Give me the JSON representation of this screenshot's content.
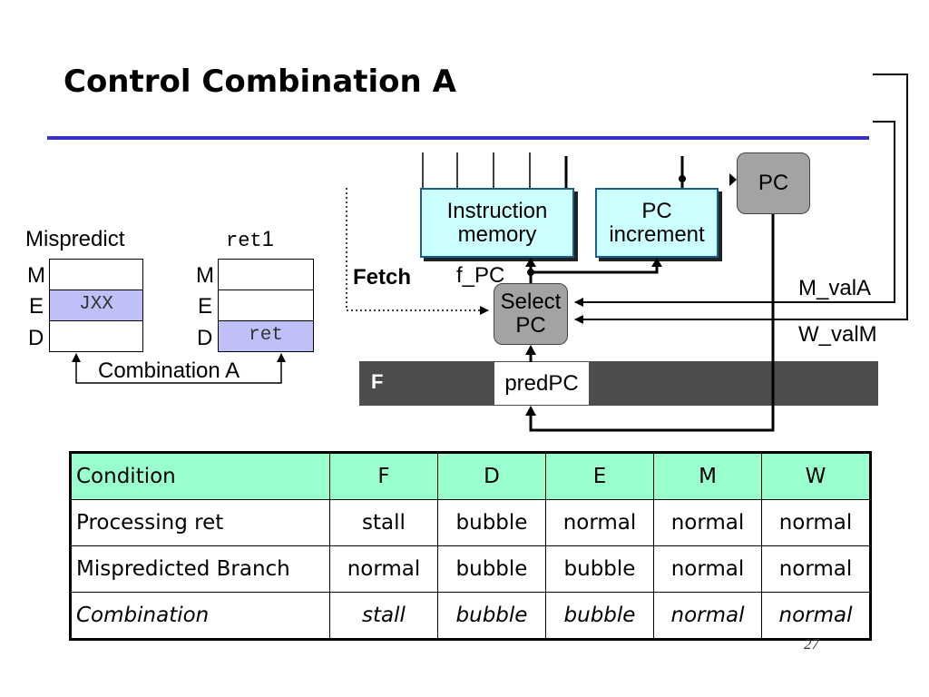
{
  "title": "Control Combination A",
  "left_diagram": {
    "mispredict_label": "Mispredict",
    "ret_label_mono": "ret",
    "ret_label_num": "1",
    "stages": [
      "M",
      "E",
      "D"
    ],
    "mispredict_instr": "JXX",
    "ret_instr": "ret",
    "combination_caption": "Combination A"
  },
  "fetch_diagram": {
    "instruction_memory": [
      "Instruction",
      "memory"
    ],
    "pc_increment": [
      "PC",
      "increment"
    ],
    "pc": "PC",
    "select_pc": [
      "Select",
      "PC"
    ],
    "fetch_label": "Fetch",
    "f_pc_label": "f_PC",
    "m_vala_label": "M_valA",
    "w_valm_label": "W_valM",
    "f_reg_label": "F",
    "predpc_label": "predPC"
  },
  "table": {
    "headers": [
      "Condition",
      "F",
      "D",
      "E",
      "M",
      "W"
    ],
    "rows": [
      [
        "Processing ret",
        "stall",
        "bubble",
        "normal",
        "normal",
        "normal"
      ],
      [
        "Mispredicted Branch",
        "normal",
        "bubble",
        "bubble",
        "normal",
        "normal"
      ],
      [
        "Combination",
        "stall",
        "bubble",
        "bubble",
        "normal",
        "normal"
      ]
    ]
  },
  "page_number": "27"
}
